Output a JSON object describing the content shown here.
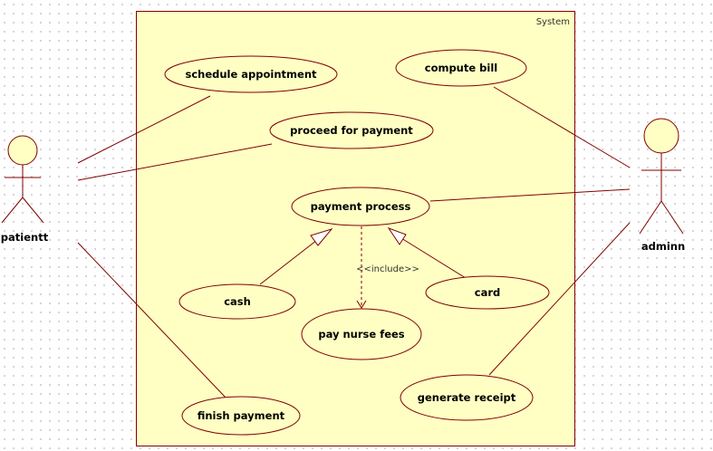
{
  "colors": {
    "fill": "#ffffc4",
    "stroke": "#800000"
  },
  "system": {
    "label": "System"
  },
  "actors": [
    {
      "id": "patient",
      "label": "patientt"
    },
    {
      "id": "admin",
      "label": "adminn"
    }
  ],
  "use_cases": [
    {
      "id": "schedule",
      "label": "schedule appointment"
    },
    {
      "id": "compute",
      "label": "compute bill"
    },
    {
      "id": "proceed",
      "label": "proceed for payment"
    },
    {
      "id": "process",
      "label": "payment process"
    },
    {
      "id": "cash",
      "label": "cash"
    },
    {
      "id": "card",
      "label": "card"
    },
    {
      "id": "nurse",
      "label": "pay nurse fees"
    },
    {
      "id": "receipt",
      "label": "generate receipt"
    },
    {
      "id": "finish",
      "label": "finish payment"
    }
  ],
  "relations": {
    "include_label": "<<include>>"
  }
}
